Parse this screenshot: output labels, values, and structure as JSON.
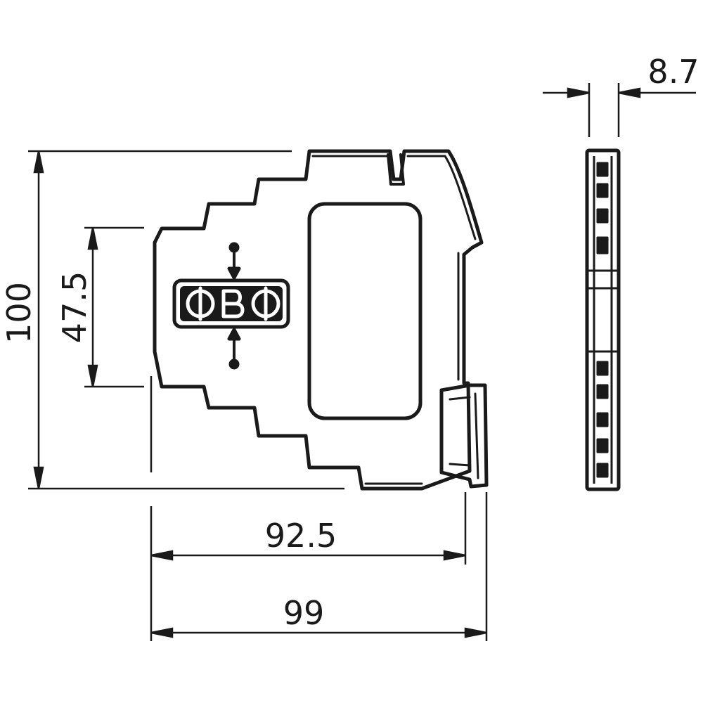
{
  "drawing": {
    "stroke_color": "#1a1a1a",
    "background_color": "#ffffff"
  },
  "dimensions": {
    "height_total": "100",
    "height_inner": "47.5",
    "depth_inner": "92.5",
    "depth_total": "99",
    "width": "8.7"
  }
}
